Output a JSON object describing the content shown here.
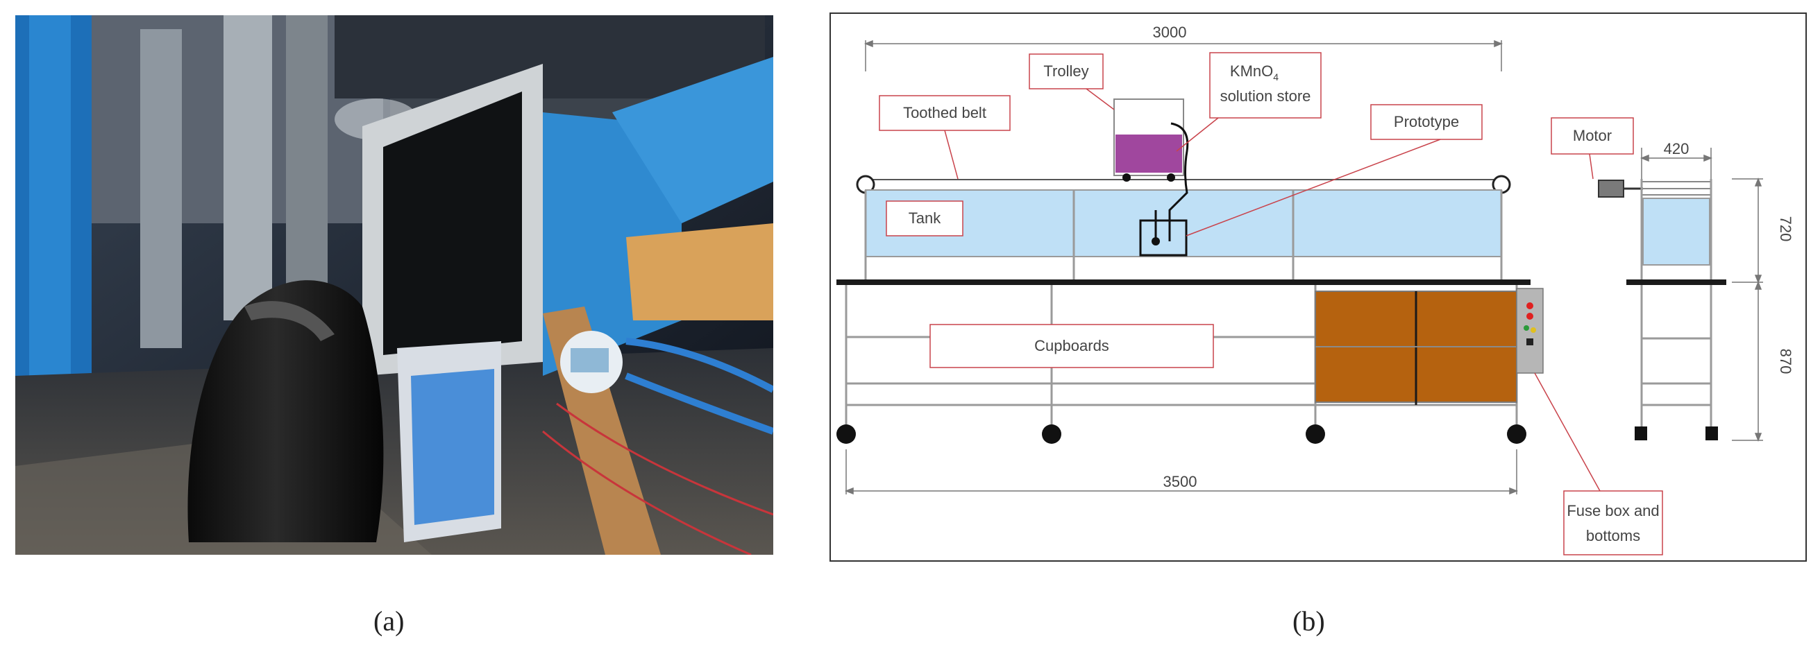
{
  "photo": {
    "description_icon": "laboratory-photo"
  },
  "diagram": {
    "dimensions": {
      "top_length": "3000",
      "bottom_length": "3500",
      "side_width": "420",
      "upper_height": "720",
      "lower_height": "870"
    },
    "labels": {
      "toothed_belt": "Toothed belt",
      "trolley": "Trolley",
      "kmno4_line1": "KMnO",
      "kmno4_sub": "4",
      "kmno4_line2": "solution store",
      "prototype": "Prototype",
      "tank": "Tank",
      "cupboards": "Cupboards",
      "motor": "Motor",
      "fuse_line1": "Fuse box and",
      "fuse_line2": "bottoms"
    },
    "colors": {
      "tank_water": "#bfe0f6",
      "kmno4": "#a0479e",
      "cupboard": "#b5620f",
      "label_border": "#c9434b",
      "frame": "#9a9a9a"
    }
  },
  "captions": {
    "a": "(a)",
    "b": "(b)"
  }
}
